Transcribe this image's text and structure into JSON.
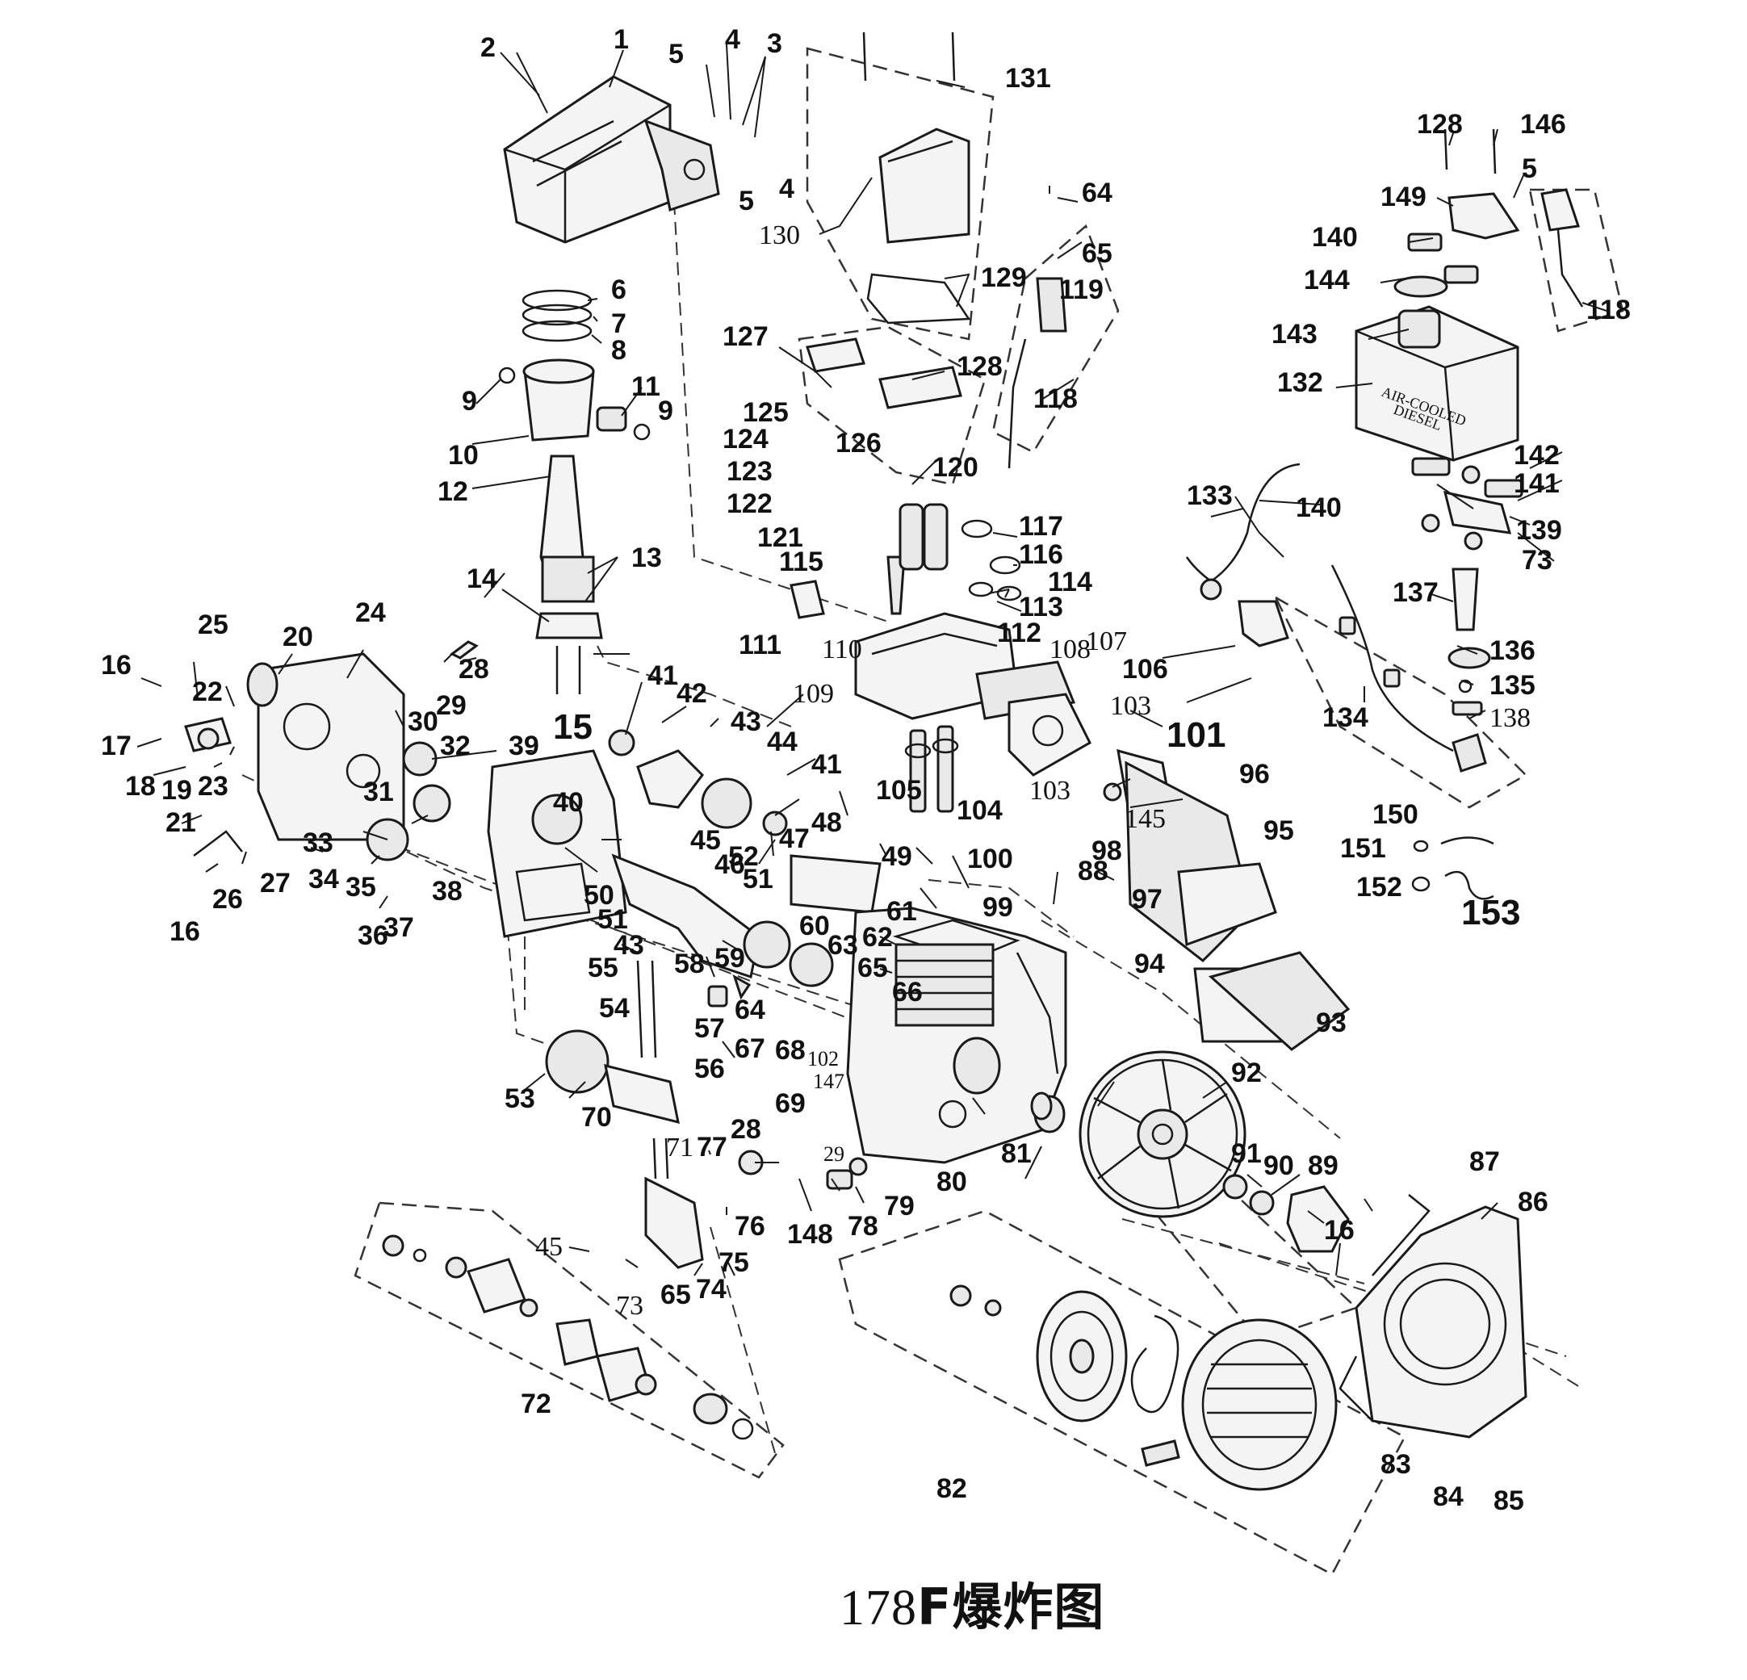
{
  "title": {
    "model": "178",
    "suffix": "F爆炸图"
  },
  "tank_text": {
    "line1": "AIR-COOLED",
    "line2": "DIESEL"
  },
  "part_labels": [
    "1",
    "2",
    "3",
    "4",
    "5",
    "6",
    "7",
    "8",
    "9",
    "10",
    "11",
    "12",
    "13",
    "14",
    "15",
    "16",
    "17",
    "18",
    "19",
    "20",
    "21",
    "22",
    "23",
    "24",
    "25",
    "26",
    "27",
    "28",
    "29",
    "30",
    "31",
    "32",
    "33",
    "34",
    "35",
    "36",
    "37",
    "38",
    "39",
    "40",
    "41",
    "42",
    "43",
    "44",
    "45",
    "46",
    "47",
    "48",
    "49",
    "50",
    "51",
    "52",
    "53",
    "54",
    "55",
    "56",
    "57",
    "58",
    "59",
    "60",
    "61",
    "62",
    "63",
    "64",
    "65",
    "66",
    "67",
    "68",
    "69",
    "70",
    "71",
    "72",
    "73",
    "74",
    "75",
    "76",
    "77",
    "78",
    "79",
    "80",
    "81",
    "82",
    "83",
    "84",
    "85",
    "86",
    "87",
    "88",
    "89",
    "90",
    "91",
    "92",
    "93",
    "94",
    "95",
    "96",
    "97",
    "98",
    "99",
    "100",
    "101",
    "102",
    "103",
    "104",
    "105",
    "106",
    "107",
    "108",
    "109",
    "110",
    "111",
    "112",
    "113",
    "114",
    "115",
    "116",
    "117",
    "118",
    "119",
    "120",
    "121",
    "122",
    "123",
    "124",
    "125",
    "126",
    "127",
    "128",
    "129",
    "130",
    "131",
    "132",
    "133",
    "134",
    "135",
    "136",
    "137",
    "138",
    "139",
    "140",
    "141",
    "142",
    "143",
    "144",
    "145",
    "146",
    "147",
    "148",
    "149",
    "150",
    "151",
    "152",
    "153"
  ],
  "colors": {
    "line": "#1a1a1a",
    "label": "#111111",
    "background": "#ffffff"
  }
}
